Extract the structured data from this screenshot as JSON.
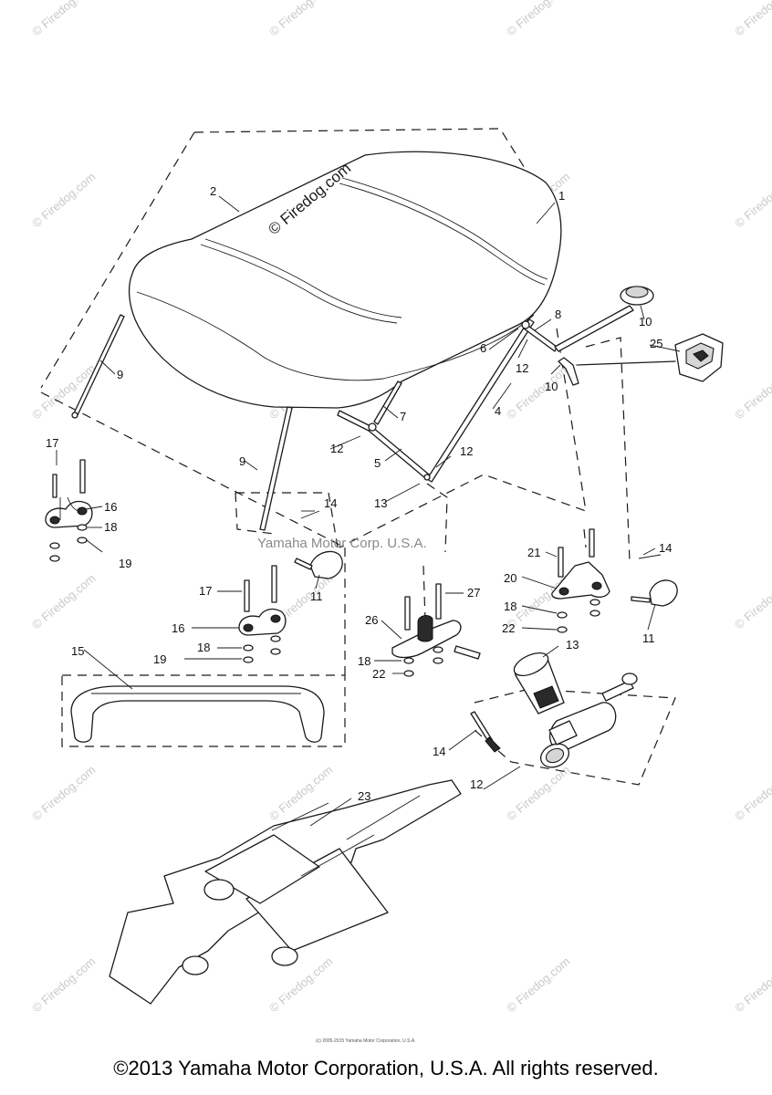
{
  "copyright": "©2013 Yamaha Motor Corporation, U.S.A. All rights reserved.",
  "small_credit": "(c) 2005-2015 Yamaha Motor Corporation, U.S.A.",
  "watermark_center": "© Firedog.com",
  "watermark_corp": "Yamaha Motor Corp. U.S.A.",
  "watermark_tile": "© Firedog.com",
  "callouts": [
    "1",
    "2",
    "4",
    "5",
    "6",
    "7",
    "8",
    "9",
    "9",
    "10",
    "10",
    "11",
    "11",
    "12",
    "12",
    "12",
    "12",
    "13",
    "13",
    "14",
    "14",
    "14",
    "15",
    "16",
    "16",
    "17",
    "17",
    "18",
    "18",
    "18",
    "18",
    "19",
    "19",
    "20",
    "21",
    "22",
    "22",
    "23",
    "25",
    "26",
    "27"
  ]
}
